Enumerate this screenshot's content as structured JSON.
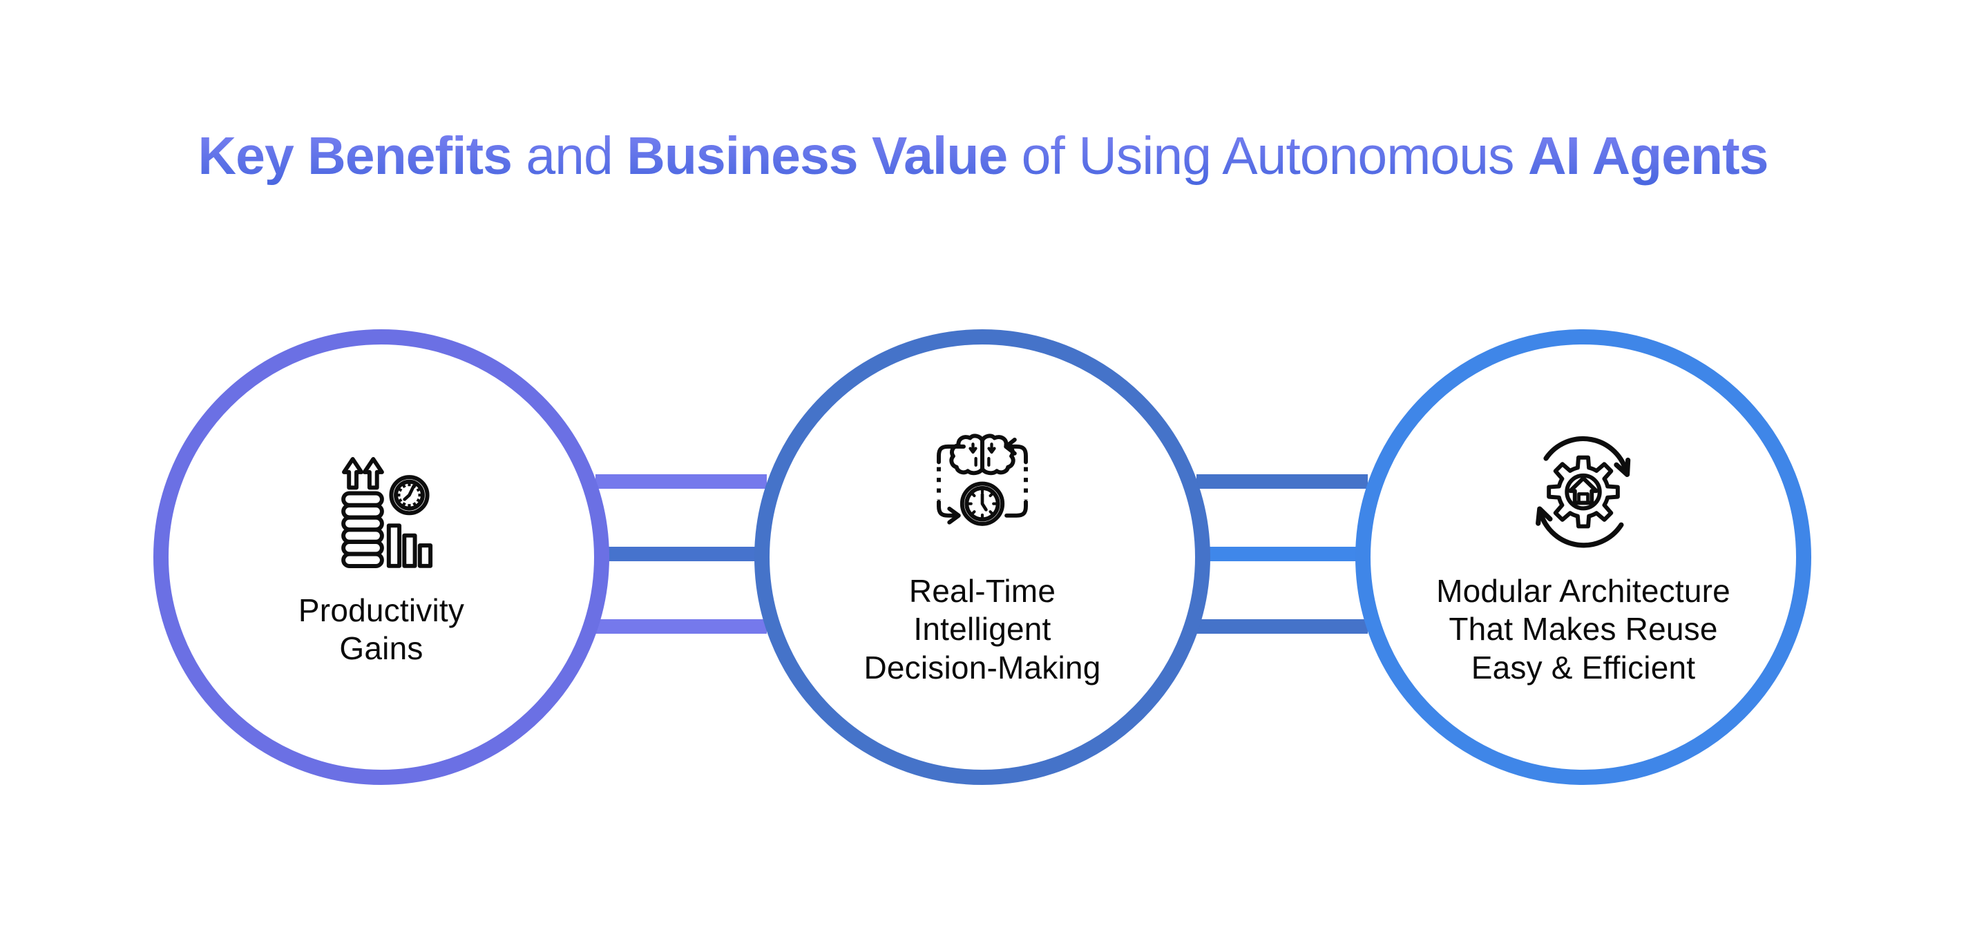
{
  "title": {
    "segments": [
      {
        "text": "Key Benefits",
        "bold": true
      },
      {
        "text": " and ",
        "bold": false
      },
      {
        "text": "Business Value",
        "bold": true
      },
      {
        "text": " of Using Autonomous ",
        "bold": false
      },
      {
        "text": "AI Agents",
        "bold": true
      }
    ]
  },
  "benefits": [
    {
      "label": "Productivity\nGains",
      "icon": "productivity-growth-icon"
    },
    {
      "label": "Real-Time\nIntelligent\nDecision-Making",
      "icon": "realtime-decision-icon"
    },
    {
      "label": "Modular Architecture\nThat Makes Reuse\nEasy & Efficient",
      "icon": "modular-architecture-icon"
    }
  ],
  "colors": {
    "background": "#ffffff",
    "title_gradient_top": "#7c82f2",
    "title_gradient_bottom": "#4a67e0",
    "circle_1_border": "#6b70e4",
    "circle_2_border": "#4573c9",
    "circle_3_border": "#3f86e8",
    "connector_1_outer": "#7579ec",
    "connector_1_middle": "#4673cd",
    "connector_2_outer": "#4573c9",
    "connector_2_middle": "#3f87ea",
    "icon_stroke": "#0d0d0d",
    "label_text": "#0a0a0a"
  }
}
